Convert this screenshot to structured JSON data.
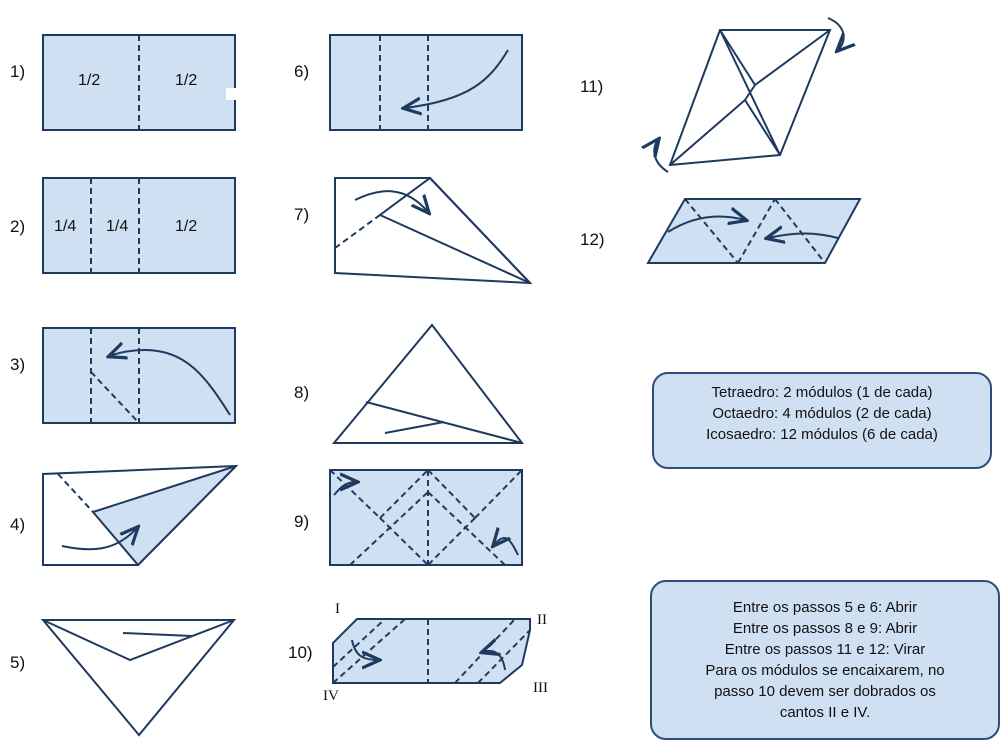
{
  "steps": {
    "s1": "1)",
    "s2": "2)",
    "s3": "3)",
    "s4": "4)",
    "s5": "5)",
    "s6": "6)",
    "s7": "7)",
    "s8": "8)",
    "s9": "9)",
    "s10": "10)",
    "s11": "11)",
    "s12": "12)"
  },
  "fractions": {
    "step1_left": "1/2",
    "step1_right": "1/2",
    "step2_a": "1/4",
    "step2_b": "1/4",
    "step2_c": "1/2"
  },
  "corners": {
    "c1": "I",
    "c2": "II",
    "c3": "III",
    "c4": "IV"
  },
  "modules_box": {
    "lines": [
      "Tetraedro: 2 módulos (1 de cada)",
      "Octaedro: 4 módulos (2 de cada)",
      "Icosaedro: 12 módulos (6 de cada)"
    ]
  },
  "notes_box": {
    "lines": [
      "Entre os passos 5 e 6: Abrir",
      "Entre os passos 8 e 9: Abrir",
      "Entre os passos 11 e 12: Virar",
      "Para os módulos se encaixarem, no",
      "passo 10 devem ser dobrados os",
      "cantos II e IV."
    ]
  },
  "colors": {
    "paper": "#cfe0f3",
    "line": "#1f3a5f",
    "box_border": "#2d4e79"
  }
}
